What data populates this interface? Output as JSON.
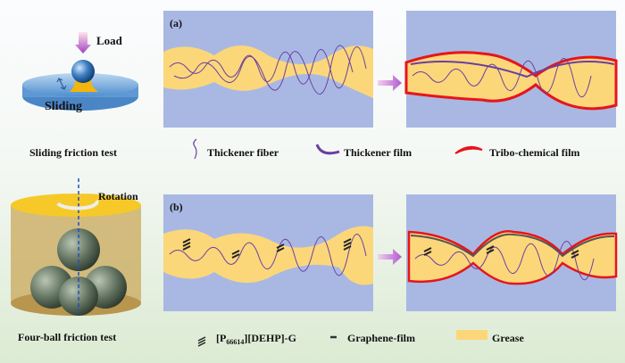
{
  "left": {
    "load": "Load",
    "sliding": "Sliding",
    "sliding_test": "Sliding friction test",
    "rotation": "Rotation",
    "fourball_test": "Four-ball friction test"
  },
  "panels": {
    "a": "(a)",
    "b": "(b)"
  },
  "legend_a": {
    "fiber": "Thickener fiber",
    "film": "Thickener film",
    "tribo": "Tribo-chemical film"
  },
  "legend_b": {
    "additive_prefix": "[P",
    "additive_sub": "66614",
    "additive_suffix": "][DEHP]-G",
    "graphene": "Graphene-film",
    "grease": "Grease"
  },
  "colors": {
    "panel": "#a9b8e3",
    "grease": "#fbd77a",
    "fiber": "#6a3fa0",
    "tribo": "#e8141b",
    "arrow": "#c77fd6"
  }
}
